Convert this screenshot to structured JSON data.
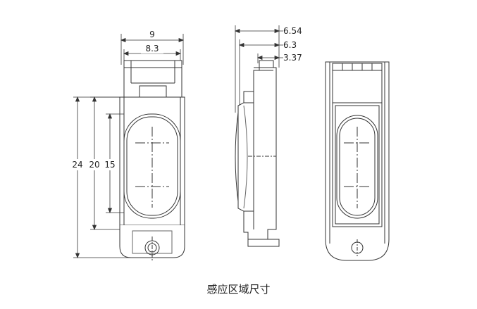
{
  "caption": "感应区域尺寸",
  "dimensions": {
    "front_width_outer": "9",
    "front_width_inner": "8.3",
    "front_height_total": "24",
    "front_height_body": "20",
    "front_height_sense": "15",
    "side_depth_total": "6.54",
    "side_depth_body": "6.3",
    "side_depth_rear": "3.37"
  }
}
